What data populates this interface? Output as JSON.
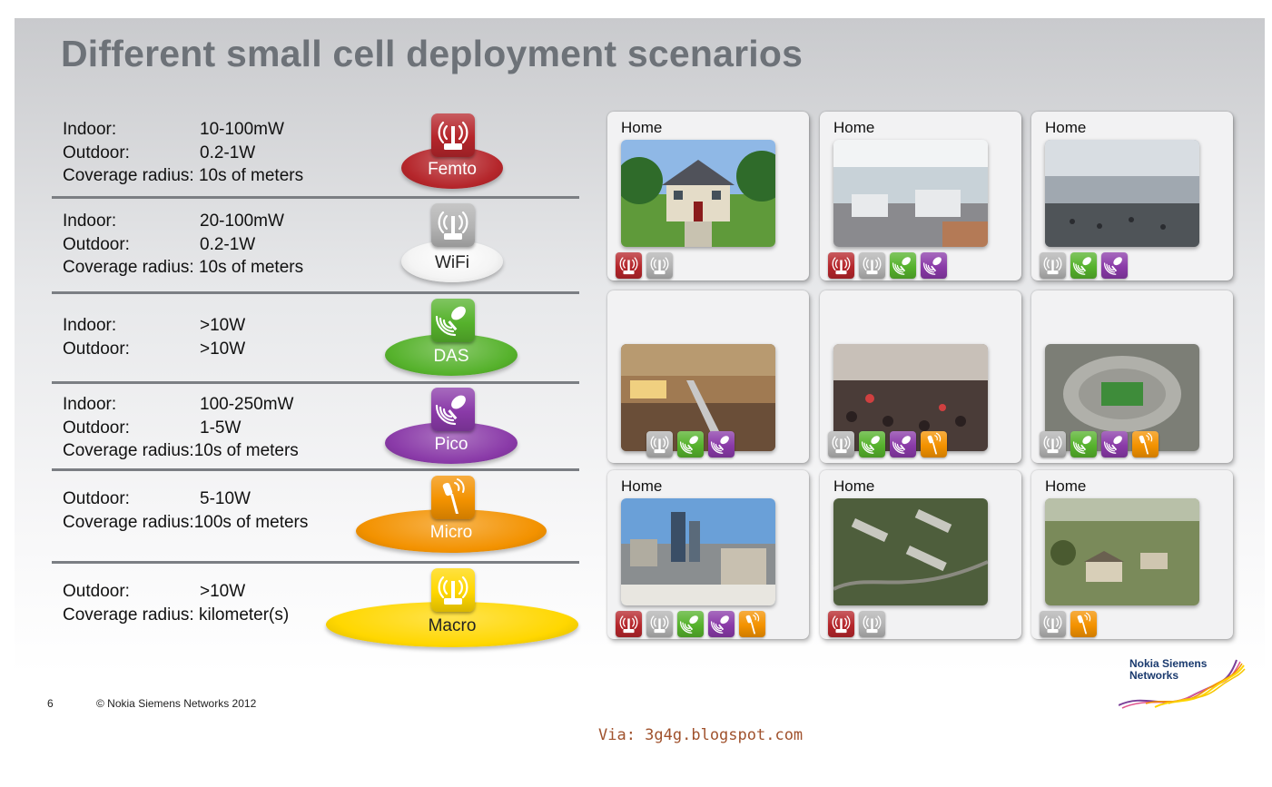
{
  "title": "Different small cell deployment scenarios",
  "colors": {
    "femto": "#b5262b",
    "wifi": "#b3b3b3",
    "das": "#56b22c",
    "pico": "#8a3aa8",
    "micro": "#f39200",
    "macro": "#ffd700"
  },
  "cells": [
    {
      "name": "Femto",
      "icon": "router-antenna-icon",
      "specs": [
        {
          "k": "Indoor:",
          "v": "10-100mW"
        },
        {
          "k": "Outdoor:",
          "v": "0.2-1W"
        },
        {
          "k": "Coverage radius:",
          "v": "10s of meters",
          "joined": " "
        }
      ]
    },
    {
      "name": "WiFi",
      "icon": "router-antenna-icon",
      "specs": [
        {
          "k": "Indoor:",
          "v": "20-100mW"
        },
        {
          "k": "Outdoor:",
          "v": "0.2-1W"
        },
        {
          "k": "Coverage radius:",
          "v": "10s of meters",
          "joined": " "
        }
      ]
    },
    {
      "name": "DAS",
      "icon": "dish-antenna-icon",
      "specs": [
        {
          "k": "Indoor:",
          "v": ">10W"
        },
        {
          "k": "Outdoor:",
          "v": ">10W"
        }
      ]
    },
    {
      "name": "Pico",
      "icon": "dish-antenna-icon",
      "specs": [
        {
          "k": "Indoor:",
          "v": "100-250mW"
        },
        {
          "k": "Outdoor:",
          "v": "1-5W"
        },
        {
          "k": "Coverage radius:",
          "v": "10s of meters",
          "joined": ""
        }
      ]
    },
    {
      "name": "Micro",
      "icon": "mast-antenna-icon",
      "specs": [
        {
          "k": "Outdoor:",
          "v": "5-10W"
        },
        {
          "k": "Coverage radius:",
          "v": "100s of meters",
          "joined": ""
        }
      ]
    },
    {
      "name": "Macro",
      "icon": "router-antenna-icon",
      "specs": [
        {
          "k": "Outdoor:",
          "v": ">10W"
        },
        {
          "k": "Coverage radius:",
          "v": "kilometer(s)",
          "joined": " "
        }
      ]
    }
  ],
  "scenarios": [
    {
      "label": "Home",
      "photo": "suburban-house-photo",
      "icons": [
        "femto",
        "wifi"
      ]
    },
    {
      "label": "Home",
      "photo": "open-office-photo",
      "icons": [
        "femto",
        "wifi",
        "das",
        "pico"
      ]
    },
    {
      "label": "Home",
      "photo": "airport-terminal-photo",
      "icons": [
        "wifi",
        "das",
        "pico"
      ]
    },
    {
      "label": "",
      "photo": "shopping-mall-photo",
      "icons": [
        "wifi",
        "das",
        "pico"
      ]
    },
    {
      "label": "",
      "photo": "crowded-street-photo",
      "icons": [
        "wifi",
        "das",
        "pico",
        "micro"
      ]
    },
    {
      "label": "",
      "photo": "stadium-aerial-photo",
      "icons": [
        "wifi",
        "das",
        "pico",
        "micro"
      ]
    },
    {
      "label": "Home",
      "photo": "city-skyline-photo",
      "icons": [
        "femto",
        "wifi",
        "das",
        "pico",
        "micro"
      ]
    },
    {
      "label": "Home",
      "photo": "suburb-aerial-photo",
      "icons": [
        "femto",
        "wifi"
      ]
    },
    {
      "label": "Home",
      "photo": "rural-village-photo",
      "icons": [
        "wifi",
        "micro"
      ]
    }
  ],
  "footer": {
    "page": "6",
    "copyright": "© Nokia Siemens Networks 2012",
    "via": "Via: 3g4g.blogspot.com",
    "brand_line1": "Nokia Siemens",
    "brand_line2": "Networks"
  }
}
